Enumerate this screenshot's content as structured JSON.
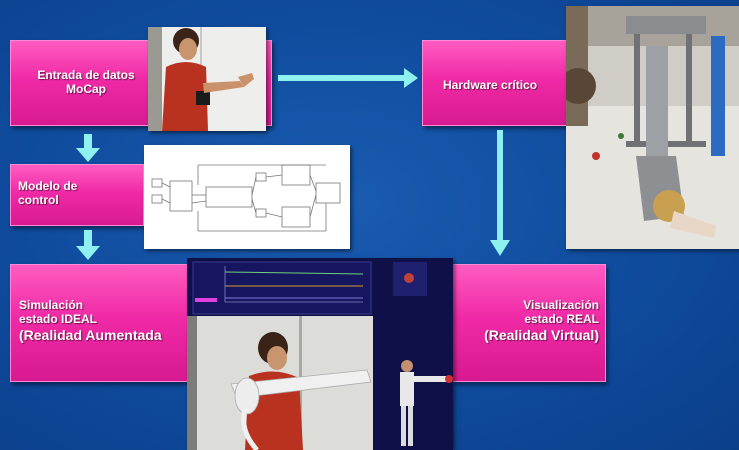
{
  "boxes": {
    "mocap": {
      "line1": "Entrada de datos",
      "line2": "MoCap"
    },
    "hardware": {
      "label": "Hardware crítico"
    },
    "control": {
      "line1": "Modelo de",
      "line2": "control"
    },
    "ideal": {
      "line1": "Simulación",
      "line2": "estado IDEAL",
      "line3": "(Realidad Aumentada"
    },
    "real": {
      "line1": "Visualización",
      "line2": "estado REAL",
      "line3": "(Realidad Virtual)"
    }
  },
  "images": {
    "mocap_photo": "person-gesturing-photo",
    "hardware_photo": "robotic-arm-hardware-photo",
    "control_diagram": "simulink-block-diagram",
    "ar_screen": "augmented-reality-simulation-screen"
  },
  "colors": {
    "background": "#0f4b9d",
    "box": "#f02aa6",
    "arrow": "#8ff0f0"
  }
}
